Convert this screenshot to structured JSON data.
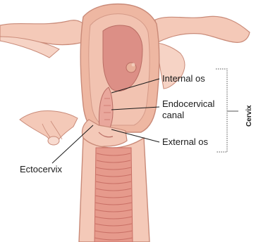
{
  "labels": {
    "internal_os": "Internal os",
    "endocervical_canal_line1": "Endocervical",
    "endocervical_canal_line2": "canal",
    "external_os": "External os",
    "ectocervix": "Ectocervix",
    "cervix": "Cervix"
  },
  "colors": {
    "outer_tissue": "#f4c9b8",
    "outer_outline": "#c98a78",
    "uterine_wall": "#eeb7a2",
    "cavity": "#dc8f86",
    "cervical_canal": "#e9a79c",
    "vaginal_lining": "#e69a8c",
    "vaginal_folds": "#c97066",
    "background": "#ffffff"
  }
}
